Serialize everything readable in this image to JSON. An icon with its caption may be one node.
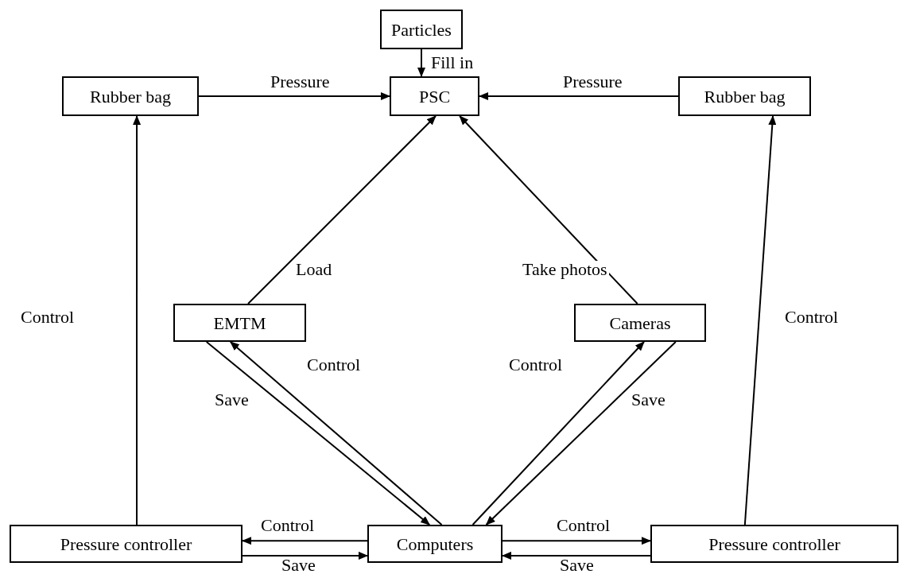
{
  "diagram": {
    "nodes": [
      {
        "text": [
          "Particles"
        ]
      },
      {
        "text": [
          "Rubber bag"
        ]
      },
      {
        "text": [
          "PSC"
        ]
      },
      {
        "text": [
          "Rubber bag"
        ]
      },
      {
        "text": [
          "EMTM"
        ]
      },
      {
        "text": [
          "Cameras"
        ]
      },
      {
        "text": [
          "Pressure controller"
        ]
      },
      {
        "text": [
          "Computers"
        ]
      },
      {
        "text": [
          "Pressure controller"
        ]
      }
    ],
    "edges": [
      {
        "from": 0,
        "to": 2,
        "arrow": "to",
        "label": "Fill in"
      },
      {
        "from": 1,
        "to": 2,
        "arrow": "to",
        "label": "Pressure"
      },
      {
        "from": 3,
        "to": 2,
        "arrow": "to",
        "label": "Pressure"
      },
      {
        "from": 4,
        "to": 2,
        "arrow": "to",
        "label": "Load"
      },
      {
        "from": 5,
        "to": 2,
        "arrow": "to",
        "label": "Take photos"
      },
      {
        "from": 6,
        "to": 1,
        "arrow": "to",
        "label": "Control"
      },
      {
        "from": 8,
        "to": 3,
        "arrow": "to",
        "label": "Control"
      },
      {
        "from": 4,
        "to": 7,
        "arrow": "to",
        "label": "Save"
      },
      {
        "from": 7,
        "to": 4,
        "arrow": "to",
        "label": "Control"
      },
      {
        "from": 7,
        "to": 5,
        "arrow": "to",
        "label": "Control"
      },
      {
        "from": 5,
        "to": 7,
        "arrow": "to",
        "label": "Save"
      },
      {
        "from": 7,
        "to": 6,
        "arrow": "to",
        "label": "Control"
      },
      {
        "from": 6,
        "to": 7,
        "arrow": "to",
        "label": "Save"
      },
      {
        "from": 7,
        "to": 8,
        "arrow": "to",
        "label": "Control"
      },
      {
        "from": 8,
        "to": 7,
        "arrow": "to",
        "label": "Save"
      }
    ]
  }
}
